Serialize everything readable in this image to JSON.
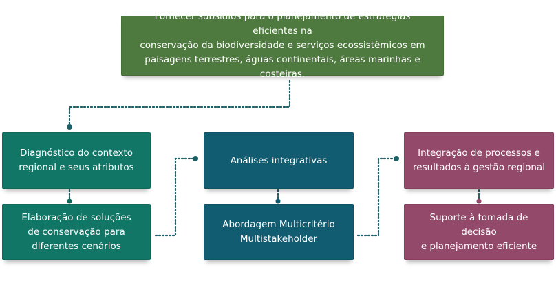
{
  "diagram": {
    "top": {
      "lines": [
        "Fornecer subsídios para o planejamento de estratégias eficientes na",
        "conservação da biodiversidade e serviços ecossistêmicos em",
        "paisagens terrestres, águas continentais, áreas marinhas e costeiras."
      ],
      "color": "#4f7a3f"
    },
    "columns": [
      {
        "color": "#117666",
        "upper": [
          "Diagnóstico do contexto",
          "regional e seus atributos"
        ],
        "lower": [
          "Elaboração de soluções",
          "de conservação para",
          "diferentes cenários"
        ]
      },
      {
        "color": "#125c72",
        "upper": [
          "Análises integrativas"
        ],
        "lower": [
          "Abordagem Multicritério",
          "Multistakeholder"
        ]
      },
      {
        "color": "#934a6a",
        "upper": [
          "Integração de processos e",
          "resultados à gestão regional"
        ],
        "lower": [
          "Suporte à tomada de decisão",
          "e planejamento eficiente"
        ]
      }
    ],
    "connector_color": "#1d5f66"
  }
}
